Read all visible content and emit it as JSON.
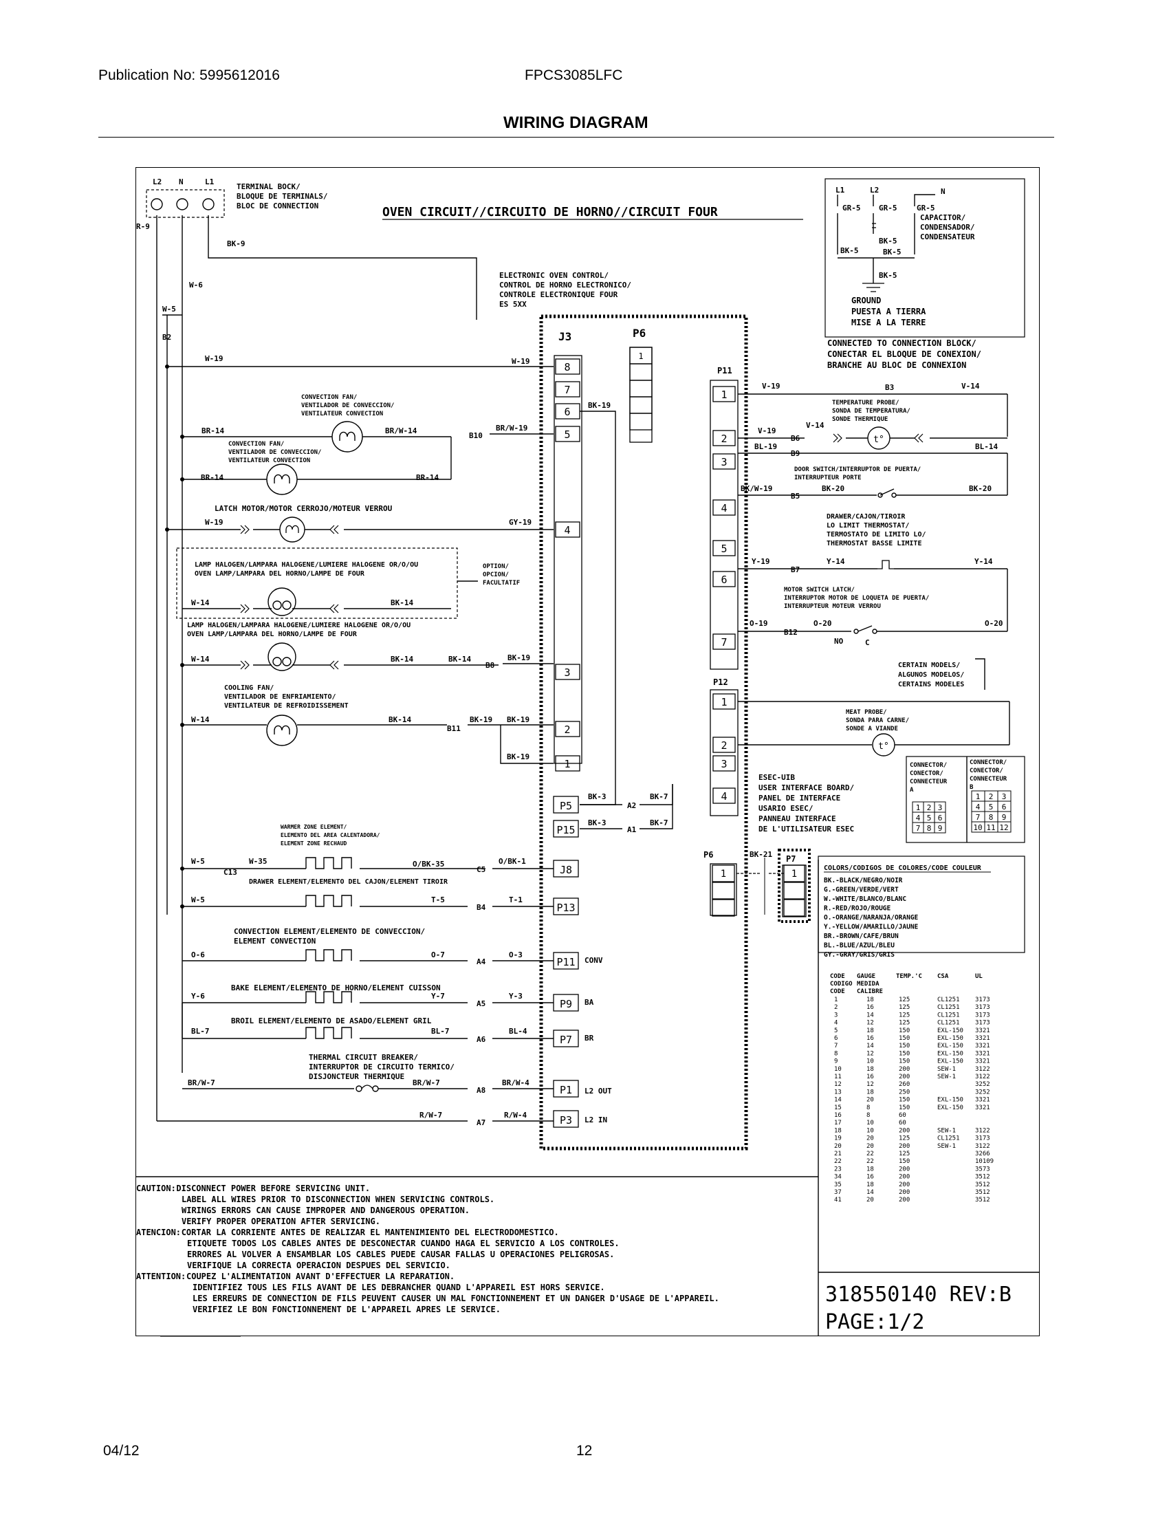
{
  "header": {
    "publication": "Publication No: 5995612016",
    "model": "FPCS3085LFC",
    "title": "WIRING DIAGRAM"
  },
  "footer": {
    "date": "04/12",
    "page": "12"
  },
  "diagram": {
    "circuit_title": "OVEN CIRCUIT//CIRCUITO DE HORNO//CIRCUIT FOUR",
    "terminal": {
      "labels": [
        "L2",
        "N",
        "L1"
      ],
      "text": [
        "TERMINAL BOCK/",
        "BLOQUE DE TERMINALS/",
        "BLOC DE CONNECTION"
      ]
    },
    "capacitor": {
      "lines": [
        "CAPACITOR/",
        "CONDENSADOR/",
        "CONDENSATEUR"
      ],
      "ground": [
        "GROUND",
        "PUESTA A TIERRA",
        "MISE A LA TERRE"
      ],
      "connected": [
        "CONNECTED TO CONNECTION BLOCK/",
        "CONECTAR EL BLOQUE DE CONEXION/",
        "BRANCHE AU BLOC DE CONNEXION"
      ],
      "wires": [
        "L1",
        "L2",
        "N",
        "GR-5",
        "GR-5",
        "GR-5",
        "BK-5",
        "BK-5",
        "BK-5",
        "BK-5"
      ]
    },
    "control": {
      "text": [
        "ELECTRONIC OVEN CONTROL/",
        "CONTROL DE HORNO ELECTRONICO/",
        "CONTROLE ELECTRONIQUE FOUR",
        "ES 5XX"
      ],
      "j3": "J3",
      "p6": "P6",
      "p11": "P11",
      "p12": "P12",
      "j3_pins": [
        "8",
        "7",
        "6",
        "5",
        "4",
        "3",
        "2",
        "1"
      ],
      "p6_pins": [
        "1"
      ],
      "p11_pins": [
        "1",
        "2",
        "3",
        "4",
        "5",
        "6",
        "7"
      ],
      "p12_pins": [
        "1",
        "2",
        "3",
        "4"
      ],
      "plugs": [
        "P5",
        "P15",
        "J8",
        "P13",
        "P11",
        "P9",
        "P7",
        "P1",
        "P3"
      ],
      "plug_suffix": [
        "CONV",
        "BA",
        "BR",
        "L2 OUT",
        "L2 IN"
      ]
    },
    "left": {
      "wires": [
        "R-9",
        "BK-9",
        "W-6",
        "W-5",
        "B2",
        "W-19",
        "W-19",
        "BR-14",
        "BR/W-14",
        "B10",
        "BR/W-19",
        "BK-19",
        "BR-14",
        "BR-14",
        "W-19",
        "GY-19",
        "W-14",
        "BK-14",
        "W-14",
        "BK-14",
        "BK-14",
        "BK-19",
        "B8",
        "W-14",
        "BK-14",
        "B11",
        "BK-19",
        "BK-19",
        "BK-19",
        "BK-3",
        "BK-3",
        "BK-7",
        "BK-7",
        "A2",
        "A1"
      ],
      "conv_fan": [
        "CONVECTION FAN/",
        "VENTILADOR DE CONVECCION/",
        "VENTILATEUR CONVECTION"
      ],
      "latch": "LATCH MOTOR/MOTOR CERROJO/MOTEUR VERROU",
      "lamp_opt": [
        "LAMP HALOGEN/LAMPARA HALOGENE/LUMIERE HALOGENE OR/O/OU",
        "OVEN LAMP/LAMPARA DEL HORNO/LAMPE DE FOUR"
      ],
      "option": [
        "OPTION/",
        "OPCION/",
        "FACULTATIF"
      ],
      "lamp": [
        "LAMP HALOGEN/LAMPARA HALOGENE/LUMIERE HALOGENE OR/O/OU",
        "OVEN LAMP/LAMPARA DEL HORNO/LAMPE DE FOUR"
      ],
      "cooling": [
        "COOLING FAN/",
        "VENTILADOR DE ENFRIAMIENTO/",
        "VENTILATEUR DE REFROIDISSEMENT"
      ],
      "warmer": [
        "WARMER ZONE ELEMENT/",
        "ELEMENTO DEL AREA CALENTADORA/",
        "ELEMENT ZONE RECHAUD"
      ],
      "drawer": "DRAWER ELEMENT/ELEMENTO DEL CAJON/ELEMENT TIROIR",
      "convel": [
        "CONVECTION ELEMENT/ELEMENTO DE CONVECCION/",
        "ELEMENT CONVECTION"
      ],
      "bake": "BAKE ELEMENT/ELEMENTO DE HORNO/ELEMENT CUISSON",
      "broil": "BROIL ELEMENT/ELEMENTO DE ASADO/ELEMENT GRIL",
      "breaker": [
        "THERMAL CIRCUIT BREAKER/",
        "INTERRUPTOR DE CIRCUITO TERMICO/",
        "DISJONCTEUR THERMIQUE"
      ],
      "elwires": [
        "W-5",
        "C13",
        "W-35",
        "O/BK-35",
        "C5",
        "O/BK-1",
        "W-5",
        "T-5",
        "B4",
        "T-1",
        "O-6",
        "O-7",
        "A4",
        "O-3",
        "Y-6",
        "Y-7",
        "A5",
        "Y-3",
        "BL-7",
        "BL-7",
        "A6",
        "BL-4",
        "BR/W-7",
        "BR/W-7",
        "A8",
        "BR/W-4",
        "R/W-7",
        "A7",
        "R/W-4"
      ]
    },
    "right": {
      "wires": [
        "V-19",
        "B3",
        "V-14",
        "V-19",
        "B6",
        "V-14",
        "BL-19",
        "B9",
        "BL-14",
        "BK/W-19",
        "BK-20",
        "B5",
        "BK-20",
        "Y-19",
        "Y-14",
        "B7",
        "Y-14",
        "O-19",
        "O-20",
        "B12",
        "O-20",
        "NO",
        "C"
      ],
      "probe": [
        "TEMPERATURE PROBE/",
        "SONDA DE TEMPERATURA/",
        "SONDE THERMIQUE"
      ],
      "door": [
        "DOOR SWITCH/INTERRUPTOR DE PUERTA/",
        "INTERRUPTEUR PORTE"
      ],
      "lolimit": [
        "DRAWER/CAJON/TIROIR",
        "LO LIMIT THERMOSTAT/",
        "TERMOSTATO DE LIMITO LO/",
        "THERMOSTAT BASSE LIMITE"
      ],
      "motorsw": [
        "MOTOR SWITCH LATCH/",
        "INTERRUPTOR MOTOR DE LOQUETA DE PUERTA/",
        "INTERRUPTEUR MOTEUR VERROU"
      ],
      "certain": [
        "CERTAIN MODELS/",
        "ALGUNOS MODELOS/",
        "CERTAINS MODELES"
      ],
      "meat": [
        "MEAT PROBE/",
        "SONDA PARA CARNE/",
        "SONDE A VIANDE"
      ],
      "esec": [
        "ESEC-UIB",
        "USER INTERFACE BOARD/",
        "PANEL DE INTERFACE",
        "USARIO ESEC/",
        "PANNEAU INTERFACE",
        "DE L'UTILISATEUR ESEC"
      ],
      "p6b": "P6",
      "p7": "P7",
      "bk21": "BK-21",
      "conn_a": [
        "CONNECTOR/",
        "CONECTOR/",
        "CONNECTEUR",
        "A"
      ],
      "conn_b": [
        "CONNECTOR/",
        "CONECTOR/",
        "CONNECTEUR",
        "B"
      ],
      "grid_a": [
        "1",
        "2",
        "3",
        "4",
        "5",
        "6",
        "7",
        "8",
        "9"
      ],
      "grid_b": [
        "1",
        "2",
        "3",
        "4",
        "5",
        "6",
        "7",
        "8",
        "9",
        "10",
        "11",
        "12"
      ]
    },
    "colors": {
      "title": "COLORS/CODIGOS DE COLORES/CODE COULEUR",
      "items": [
        "BK.-BLACK/NEGRO/NOIR",
        "G.-GREEN/VERDE/VERT",
        "W.-WHITE/BLANCO/BLANC",
        "R.-RED/ROJO/ROUGE",
        "O.-ORANGE/NARANJA/ORANGE",
        "Y.-YELLOW/AMARILLO/JAUNE",
        "BR.-BROWN/CAFE/BRUN",
        "BL.-BLUE/AZUL/BLEU",
        "GY.-GRAY/GRIS/GRIS"
      ]
    },
    "gauge": {
      "headers": [
        "CODE",
        "GAUGE",
        "TEMP.'C",
        "CSA",
        "UL"
      ],
      "headers2": [
        "CODIGO",
        "MEDIDA"
      ],
      "headers3": [
        "CODE",
        "CALIBRE"
      ],
      "rows": [
        [
          "1",
          "18",
          "125",
          "CL1251",
          "3173"
        ],
        [
          "2",
          "16",
          "125",
          "CL1251",
          "3173"
        ],
        [
          "3",
          "14",
          "125",
          "CL1251",
          "3173"
        ],
        [
          "4",
          "12",
          "125",
          "CL1251",
          "3173"
        ],
        [
          "5",
          "18",
          "150",
          "EXL-150",
          "3321"
        ],
        [
          "6",
          "16",
          "150",
          "EXL-150",
          "3321"
        ],
        [
          "7",
          "14",
          "150",
          "EXL-150",
          "3321"
        ],
        [
          "8",
          "12",
          "150",
          "EXL-150",
          "3321"
        ],
        [
          "9",
          "10",
          "150",
          "EXL-150",
          "3321"
        ],
        [
          "10",
          "18",
          "200",
          "SEW-1",
          "3122"
        ],
        [
          "11",
          "16",
          "200",
          "SEW-1",
          "3122"
        ],
        [
          "12",
          "12",
          "260",
          "",
          "3252"
        ],
        [
          "13",
          "18",
          "250",
          "",
          "3252"
        ],
        [
          "14",
          "20",
          "150",
          "EXL-150",
          "3321"
        ],
        [
          "15",
          "8",
          "150",
          "EXL-150",
          "3321"
        ],
        [
          "16",
          "8",
          "60",
          "",
          ""
        ],
        [
          "17",
          "10",
          "60",
          "",
          ""
        ],
        [
          "18",
          "10",
          "200",
          "SEW-1",
          "3122"
        ],
        [
          "19",
          "20",
          "125",
          "CL1251",
          "3173"
        ],
        [
          "20",
          "20",
          "200",
          "SEW-1",
          "3122"
        ],
        [
          "21",
          "22",
          "125",
          "",
          "3266"
        ],
        [
          "22",
          "22",
          "150",
          "",
          "10109"
        ],
        [
          "23",
          "18",
          "200",
          "",
          "3573"
        ],
        [
          "34",
          "16",
          "200",
          "",
          "3512"
        ],
        [
          "35",
          "18",
          "200",
          "",
          "3512"
        ],
        [
          "37",
          "14",
          "200",
          "",
          "3512"
        ],
        [
          "41",
          "20",
          "200",
          "",
          "3512"
        ]
      ]
    },
    "caution": [
      [
        "CAUTION:",
        "DISCONNECT POWER BEFORE SERVICING UNIT."
      ],
      [
        "",
        "LABEL ALL WIRES PRIOR TO DISCONNECTION WHEN SERVICING CONTROLS."
      ],
      [
        "",
        "WIRINGS ERRORS CAN CAUSE IMPROPER AND DANGEROUS OPERATION."
      ],
      [
        "",
        "VERIFY PROPER OPERATION AFTER SERVICING."
      ],
      [
        "ATENCION:",
        "CORTAR LA CORRIENTE ANTES DE REALIZAR EL MANTENIMIENTO DEL ELECTRODOMESTICO."
      ],
      [
        "",
        "ETIQUETE TODOS LOS CABLES ANTES DE DESCONECTAR CUANDO HAGA EL SERVICIO A LOS CONTROLES."
      ],
      [
        "",
        "ERRORES AL VOLVER A ENSAMBLAR LOS CABLES PUEDE CAUSAR FALLAS U OPERACIONES PELIGROSAS."
      ],
      [
        "",
        "VERIFIQUE LA CORRECTA OPERACION DESPUES DEL SERVICIO."
      ],
      [
        "ATTENTION:",
        "COUPEZ L'ALIMENTATION AVANT D'EFFECTUER LA REPARATION."
      ],
      [
        "",
        "IDENTIFIEZ TOUS LES FILS AVANT DE LES DEBRANCHER QUAND L'APPAREIL EST HORS SERVICE."
      ],
      [
        "",
        "LES ERREURS DE CONNECTION DE FILS PEUVENT CAUSER UN MAL FONCTIONNEMENT ET UN DANGER D'USAGE DE L'APPAREIL."
      ],
      [
        "",
        "VERIFIEZ LE BON FONCTIONNEMENT DE L'APPAREIL APRES LE SERVICE."
      ]
    ],
    "docnum": "318550140 REV:B",
    "pagenum": "PAGE:1/2"
  }
}
